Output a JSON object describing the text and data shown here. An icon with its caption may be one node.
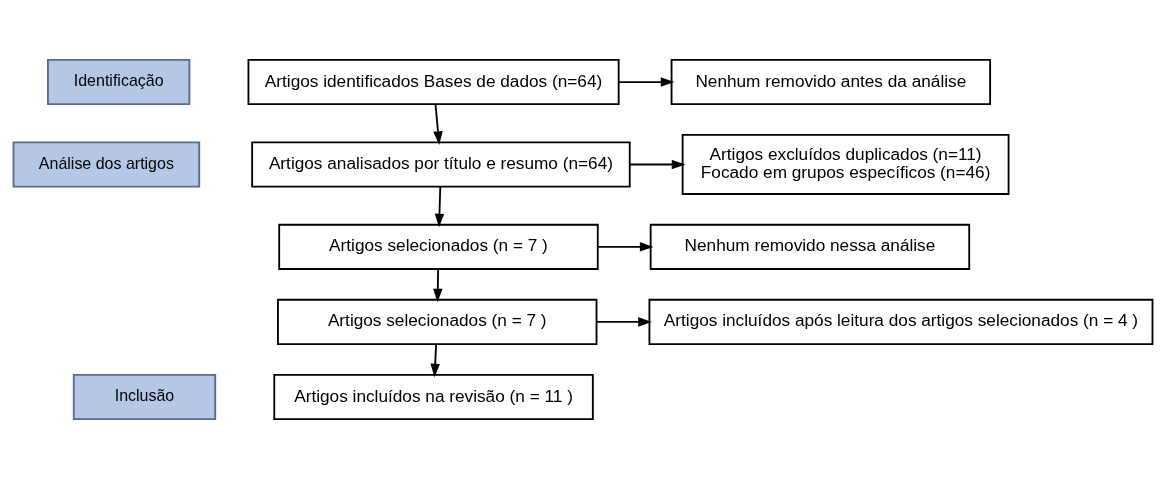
{
  "diagram": {
    "nodes": [
      {
        "text": [
          "Identificação"
        ]
      },
      {
        "text": [
          "Artigos identificados Bases de dados (n=64)"
        ]
      },
      {
        "text": [
          "Nenhum removido antes da análise"
        ]
      },
      {
        "text": [
          "Análise dos artigos"
        ]
      },
      {
        "text": [
          "Artigos analisados por título e resumo (n=64)"
        ]
      },
      {
        "text": [
          "Artigos excluídos duplicados (n=11)",
          "Focado em grupos específicos (n=46)"
        ]
      },
      {
        "text": [
          "Artigos selecionados (n = 7 )"
        ]
      },
      {
        "text": [
          "Nenhum removido nessa análise"
        ]
      },
      {
        "text": [
          "Artigos selecionados (n = 7 )"
        ]
      },
      {
        "text": [
          "Artigos incluídos após leitura dos artigos selecionados (n = 4 )"
        ]
      },
      {
        "text": [
          "Inclusão"
        ]
      },
      {
        "text": [
          "Artigos incluídos na revisão (n = 11 )"
        ]
      }
    ],
    "edges": [
      {
        "from": 1,
        "to": 2,
        "arrow": "to"
      },
      {
        "from": 1,
        "to": 4,
        "arrow": "to"
      },
      {
        "from": 4,
        "to": 5,
        "arrow": "to"
      },
      {
        "from": 4,
        "to": 6,
        "arrow": "to"
      },
      {
        "from": 6,
        "to": 7,
        "arrow": "to"
      },
      {
        "from": 6,
        "to": 8,
        "arrow": "to"
      },
      {
        "from": 8,
        "to": 9,
        "arrow": "to"
      },
      {
        "from": 8,
        "to": 11,
        "arrow": "to"
      }
    ]
  }
}
